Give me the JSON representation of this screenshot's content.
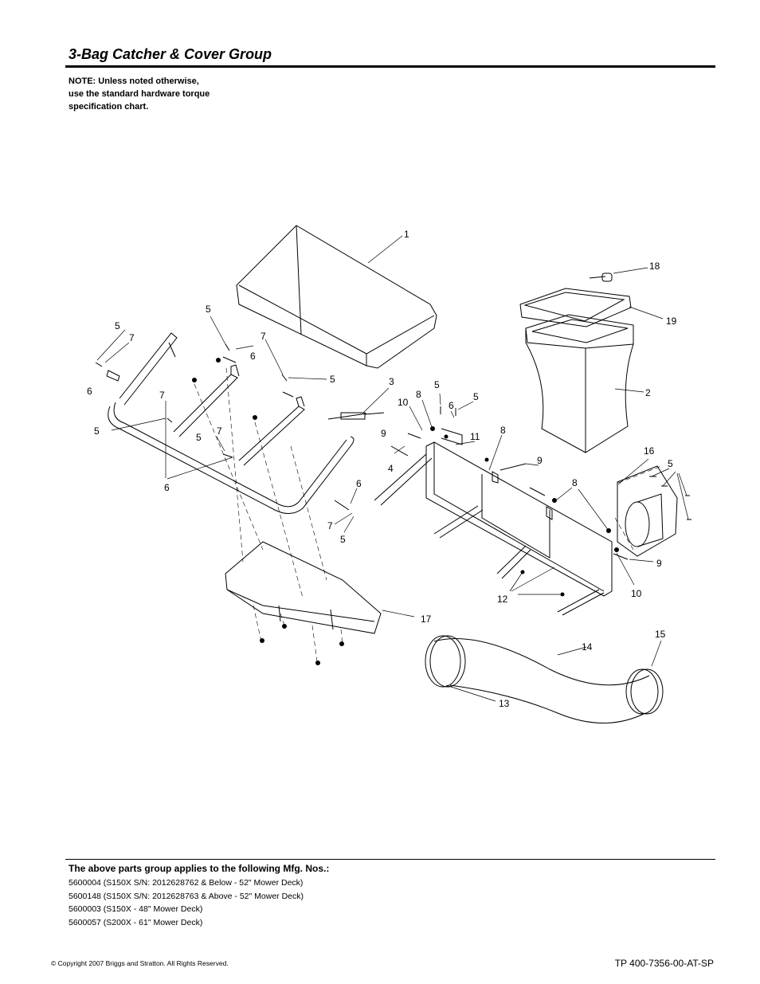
{
  "header": {
    "title": "3-Bag Catcher & Cover Group",
    "note_lines": [
      "NOTE: Unless noted otherwise,",
      "use the standard hardware torque",
      "specification chart."
    ]
  },
  "diagram": {
    "callouts": [
      "1",
      "2",
      "3",
      "4",
      "5",
      "6",
      "7",
      "8",
      "9",
      "10",
      "11",
      "12",
      "13",
      "14",
      "15",
      "16",
      "17",
      "18",
      "19"
    ]
  },
  "footer": {
    "applies_heading": "The above parts group applies to the following Mfg. Nos.:",
    "mfg_numbers": [
      "5600004 (S150X S/N: 2012628762 & Below - 52\" Mower Deck)",
      "5600148 (S150X S/N: 2012628763 & Above - 52\" Mower Deck)",
      "5600003 (S150X  - 48\" Mower Deck)",
      "5600057 (S200X - 61\" Mower Deck)"
    ],
    "copyright": "© Copyright  2007 Briggs and Stratton. All Rights Reserved.",
    "doc_number": "TP 400-7356-00-AT-SP"
  }
}
